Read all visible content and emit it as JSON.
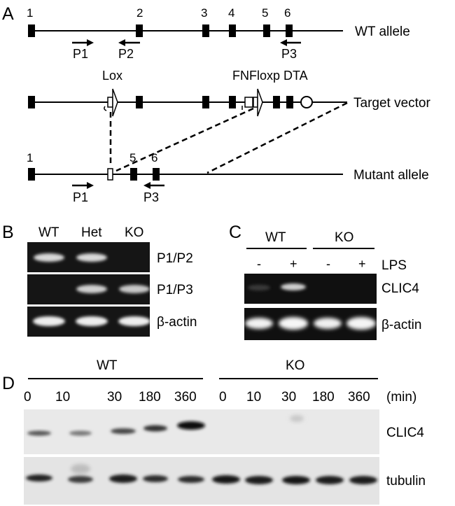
{
  "panel_a": {
    "panel_letter": "A",
    "wt_exon_numbers": [
      "1",
      "2",
      "3",
      "4",
      "5",
      "6"
    ],
    "wt_primers": [
      "P1",
      "P2",
      "P3"
    ],
    "wt_label": "WT allele",
    "lox_label": "Lox",
    "cassette_label": "FNFloxp DTA",
    "target_label": "Target vector",
    "mutant_exon_numbers": [
      "1",
      "5",
      "6"
    ],
    "mutant_primers": [
      "P1",
      "P3"
    ],
    "mutant_label": "Mutant allele"
  },
  "panel_b": {
    "panel_letter": "B",
    "columns": [
      "WT",
      "Het",
      "KO"
    ],
    "rows": [
      "P1/P2",
      "P1/P3",
      "β-actin"
    ]
  },
  "panel_c": {
    "panel_letter": "C",
    "groups": [
      "WT",
      "KO"
    ],
    "treatment_label": "LPS",
    "lanes": [
      "-",
      "+",
      "-",
      "+"
    ],
    "rows": [
      "CLIC4",
      "β-actin"
    ]
  },
  "panel_d": {
    "panel_letter": "D",
    "groups": [
      "WT",
      "KO"
    ],
    "timepoints": [
      "0",
      "10",
      "30",
      "180",
      "360",
      "0",
      "10",
      "30",
      "180",
      "360"
    ],
    "unit_label": "(min)",
    "rows": [
      "CLIC4",
      "tubulin"
    ]
  }
}
